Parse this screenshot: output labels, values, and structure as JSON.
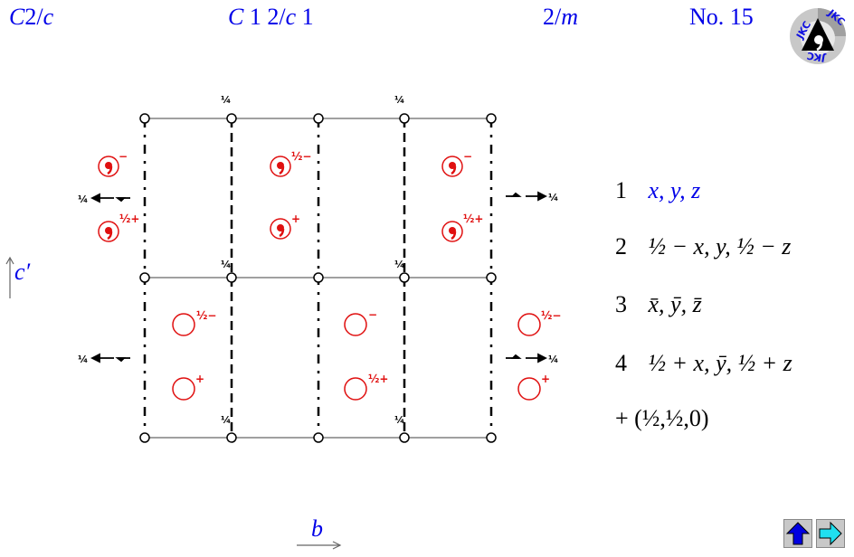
{
  "header": {
    "symbol_short": {
      "letter": "C",
      "rest": "2/",
      "glide": "c"
    },
    "symbol_full": {
      "letter": "C",
      "p1": " 1 2/",
      "glide": "c",
      "p2": " 1"
    },
    "point_group": {
      "num": "2/",
      "m": "m"
    },
    "number": "No. 15",
    "logo_text": "JKC"
  },
  "axes": {
    "vertical": "c′",
    "horizontal": "b"
  },
  "diagram": {
    "colors": {
      "grid": "#808080",
      "axis_lines": "#000000",
      "symbols": "#e01010",
      "labels": "#000000"
    },
    "height_labels": "¼",
    "symbol_signs": {
      "minus": "−",
      "plus": "+",
      "half_minus": "½−",
      "half_plus": "½+"
    },
    "glide_arrow_label": "¼"
  },
  "operations": [
    {
      "index": "1",
      "text": "x, y, z"
    },
    {
      "index": "2",
      "text": "½ − x, y, ½ − z"
    },
    {
      "index": "3",
      "text": "x̄, ȳ, z̄"
    },
    {
      "index": "4",
      "text": "½ + x, ȳ, ½ + z"
    },
    {
      "index": "+",
      "text": "(½,½,0)"
    }
  ],
  "nav": {
    "up_label": "up",
    "next_label": "next"
  }
}
